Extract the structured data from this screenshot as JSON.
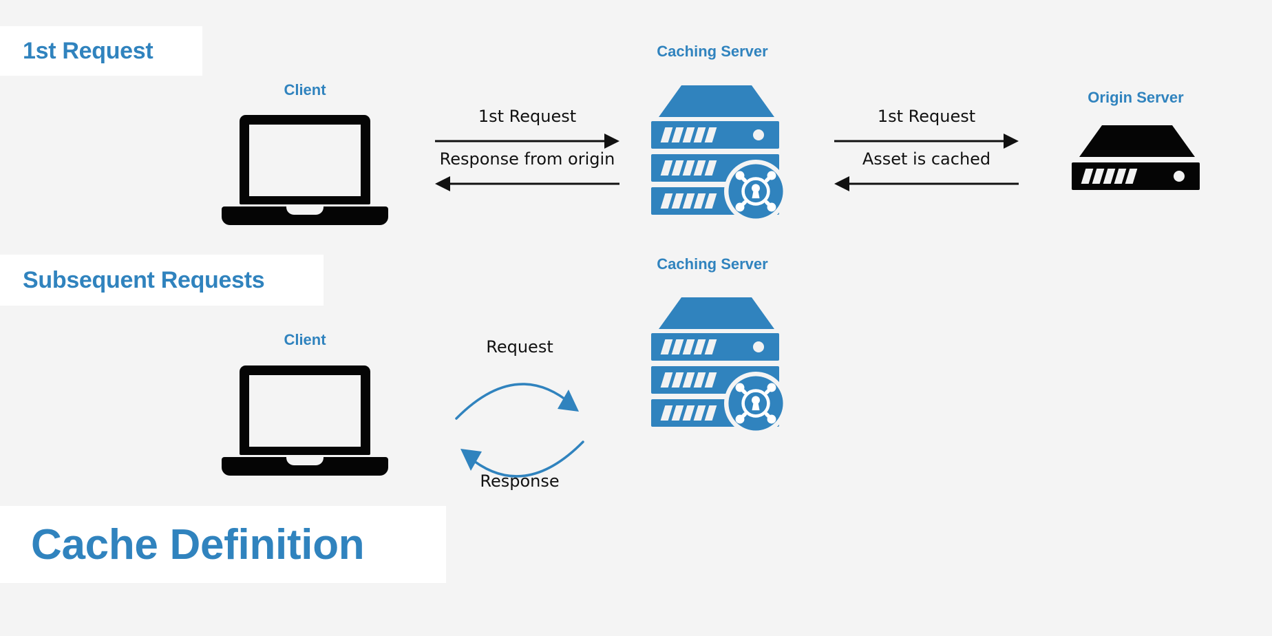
{
  "colors": {
    "background": "#f4f4f4",
    "accent_blue": "#3083be",
    "black": "#050505",
    "band_white": "#ffffff",
    "arrow_black": "#111111"
  },
  "sections": {
    "first_request": {
      "title": "1st Request"
    },
    "subsequent_requests": {
      "title": "Subsequent Requests"
    },
    "cache_definition": {
      "title": "Cache Definition"
    }
  },
  "row_first": {
    "client": {
      "label": "Client",
      "icon": "laptop-icon"
    },
    "caching_server": {
      "label": "Caching Server",
      "icon": "server-rack-icon",
      "badge": "security-network-icon"
    },
    "origin_server": {
      "label": "Origin Server",
      "icon": "server-rack-icon"
    },
    "arrows_left": [
      {
        "label": "1st Request",
        "direction": "right"
      },
      {
        "label": "Response from origin",
        "direction": "left"
      }
    ],
    "arrows_right": [
      {
        "label": "1st Request",
        "direction": "right"
      },
      {
        "label": "Asset is cached",
        "direction": "left"
      }
    ]
  },
  "row_subsequent": {
    "client": {
      "label": "Client",
      "icon": "laptop-icon"
    },
    "caching_server": {
      "label": "Caching Server",
      "icon": "server-rack-icon",
      "badge": "security-network-icon"
    },
    "arrows_curved": [
      {
        "label": "Request",
        "direction": "right"
      },
      {
        "label": "Response",
        "direction": "left"
      }
    ]
  }
}
